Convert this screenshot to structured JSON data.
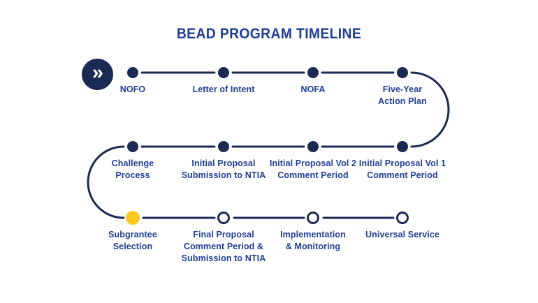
{
  "title": "BEAD PROGRAM TIMELINE",
  "colors": {
    "navy": "#1b2a52",
    "blue": "#1f3e96",
    "gold": "#fdc821",
    "background": "#ffffff"
  },
  "start": {
    "icon": "double-chevron-right",
    "glyph": "»"
  },
  "timeline": {
    "rows": [
      {
        "direction": "left-to-right",
        "items": [
          {
            "label": "NOFO",
            "dot": "filled"
          },
          {
            "label": "Letter of Intent",
            "dot": "filled"
          },
          {
            "label": "NOFA",
            "dot": "filled"
          },
          {
            "label": "Five-Year\nAction Plan",
            "dot": "filled"
          }
        ]
      },
      {
        "direction": "right-to-left",
        "items": [
          {
            "label": "Challenge\nProcess",
            "dot": "filled"
          },
          {
            "label": "Initial Proposal\nSubmission to NTIA",
            "dot": "filled"
          },
          {
            "label": "Initial Proposal Vol 2\nComment Period",
            "dot": "filled"
          },
          {
            "label": "Initial Proposal Vol 1\nComment Period",
            "dot": "filled"
          }
        ]
      },
      {
        "direction": "left-to-right",
        "items": [
          {
            "label": "Subgrantee\nSelection",
            "dot": "gold"
          },
          {
            "label": "Final Proposal\nComment Period &\nSubmission to NTIA",
            "dot": "ring"
          },
          {
            "label": "Implementation\n& Monitoring",
            "dot": "ring"
          },
          {
            "label": "Universal Service",
            "dot": "ring"
          }
        ]
      }
    ]
  }
}
